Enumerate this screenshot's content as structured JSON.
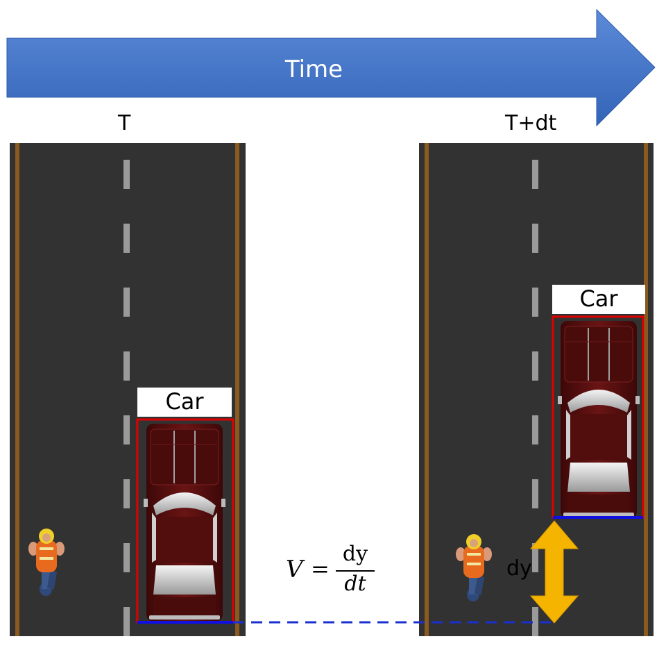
{
  "timeline": {
    "label": "Time",
    "color": "#4472C4"
  },
  "frames": [
    {
      "time_label": "T",
      "object_label": "Car"
    },
    {
      "time_label": "T+dt",
      "object_label": "Car"
    }
  ],
  "displacement": {
    "label": "dy",
    "arrow_color": "#F5B400"
  },
  "formula": {
    "lhs": "V",
    "equals": "=",
    "numerator": "dy",
    "denominator": "dt"
  },
  "colors": {
    "road": "#333333",
    "road_edge_line": "#8B5A1E",
    "lane_dash": "#9a9a9a",
    "bbox": "#E00000",
    "bbox_bottom": "#1010E0",
    "car_body": "#5a0f0f"
  }
}
